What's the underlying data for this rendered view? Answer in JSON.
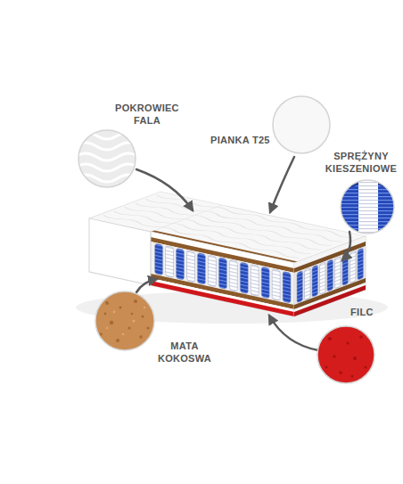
{
  "diagram": {
    "labels": [
      "POKROWIEC FALA",
      "PIANKA T25",
      "SPRĘŻYNY KIESZENIOWE",
      "FILC",
      "MATA KOKOSWA"
    ]
  }
}
